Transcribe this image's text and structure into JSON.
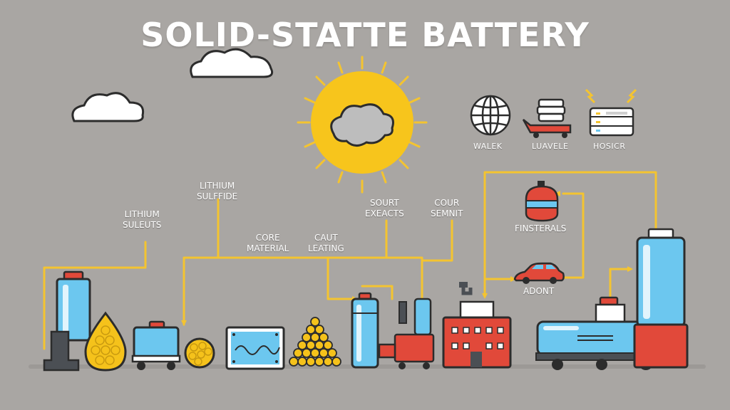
{
  "title": "SOLID-STATTE BATTERY",
  "icons": [
    {
      "name": "globe-icon",
      "label": "WALEK"
    },
    {
      "name": "cart-icon",
      "label": "LUAVELE"
    },
    {
      "name": "server-icon",
      "label": "HOSICR"
    }
  ],
  "labels": {
    "lithium_sulfuts": [
      "LITHIUM",
      "SULEUTS"
    ],
    "lithium_sulfide": [
      "LITHIUM",
      "SULFFIDE"
    ],
    "core_material": [
      "CORE",
      "MATERIAL"
    ],
    "caut_leating": [
      "CAUT",
      "LEATING"
    ],
    "sourt_exeacts": [
      "SOURT",
      "EXEACTS"
    ],
    "cour_semnit": [
      "COUR",
      "SEMNIT"
    ],
    "finsterals": "FINSTERALS",
    "adont": "ADONT"
  },
  "colors": {
    "background": "#a9a6a3",
    "sun": "#f7c51c",
    "flow_line": "#f4c430",
    "container_blue": "#6cc7ef",
    "machine_red": "#e1493a",
    "pellet_yellow": "#f5c21b",
    "outline": "#2c2c2c"
  }
}
